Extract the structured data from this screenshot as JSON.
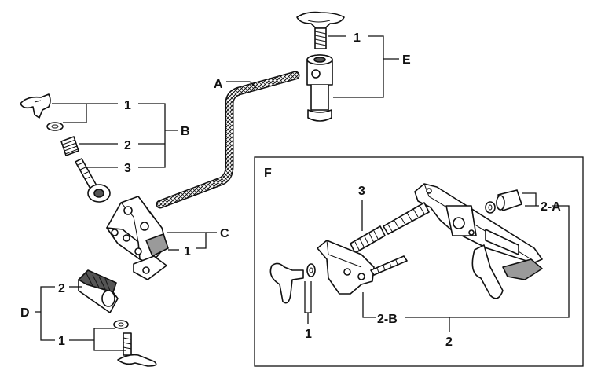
{
  "labels": {
    "top_1": "1",
    "E": "E",
    "A": "A",
    "B_1": "1",
    "B": "B",
    "B_2": "2",
    "B_3": "3",
    "C": "C",
    "C_1": "1",
    "D_2": "2",
    "D": "D",
    "D_1": "1",
    "F": "F",
    "F_3": "3",
    "F_2A": "2-A",
    "F_2B": "2-B",
    "F_1": "1",
    "F_2": "2"
  },
  "colors": {
    "ink": "#111111",
    "part_fill": "#ffffff",
    "shade": "#9a9a9a",
    "dark_shade": "#555555"
  }
}
